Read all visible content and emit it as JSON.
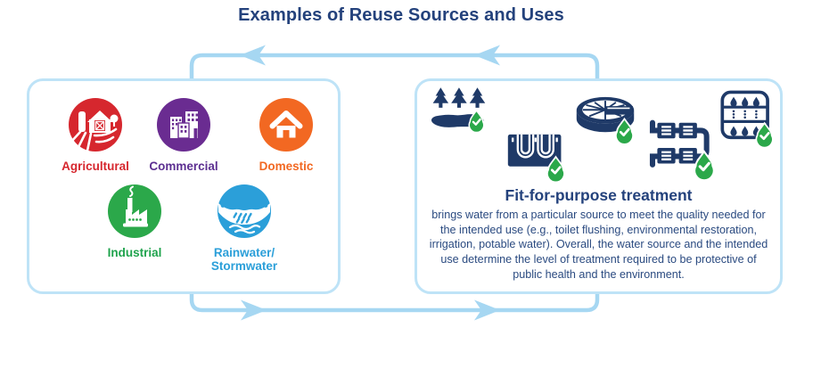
{
  "title": "Examples of Reuse Sources and Uses",
  "sources_panel": {
    "items": [
      {
        "label": "Agricultural",
        "color": "#D6272E",
        "icon": "farm-barn-icon"
      },
      {
        "label": "Commercial",
        "color": "#6A2C91",
        "icon": "city-buildings-icon"
      },
      {
        "label": "Domestic",
        "color": "#F26822",
        "icon": "house-icon"
      },
      {
        "label": "Industrial",
        "color": "#1FA34D",
        "icon": "factory-icon"
      },
      {
        "label": "Rainwater/\nStormwater",
        "color": "#2B9FD9",
        "icon": "rain-cloud-icon"
      }
    ]
  },
  "treatment_panel": {
    "heading": "Fit-for-purpose treatment",
    "body": "brings water from a particular source to meet the quality needed for the intended use (e.g., toilet flushing, environmental restoration, irrigation, potable water). Overall, the water source and the intended use determine the level of treatment required to be protective of public health and the environment.",
    "icons": [
      "wetland-pond-icon",
      "treatment-channel-icon",
      "clarifier-tank-icon",
      "treatment-units-icon",
      "membrane-filter-icon"
    ]
  },
  "cycle": {
    "top_arrow_direction": "left",
    "bottom_arrow_direction": "right"
  },
  "colors": {
    "title_text": "#24427C",
    "body_text": "#2A4A80",
    "panel_border": "#BEE3F7",
    "arrow": "#A6D7F2",
    "icon_navy": "#1F3A68",
    "check_green": "#2BA84A"
  }
}
